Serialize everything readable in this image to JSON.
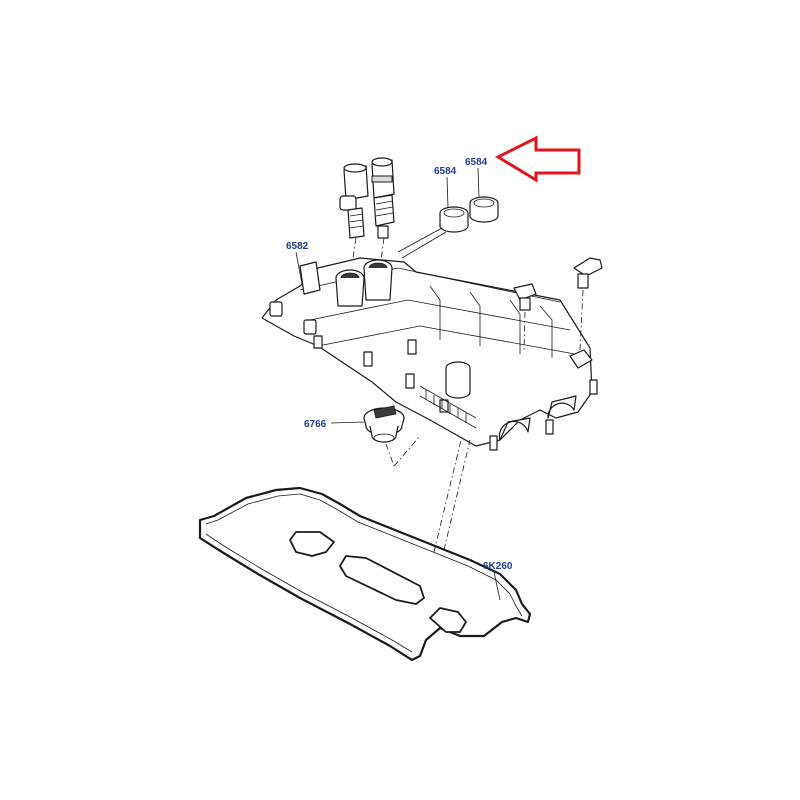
{
  "diagram": {
    "callouts": [
      {
        "id": "callout-6582",
        "text": "6582"
      },
      {
        "id": "callout-6584-left",
        "text": "6584"
      },
      {
        "id": "callout-6584-right",
        "text": "6584"
      },
      {
        "id": "callout-6766",
        "text": "6766"
      },
      {
        "id": "callout-6k260",
        "text": "6K260"
      }
    ],
    "colors": {
      "callout_text": "#1f3a93",
      "highlight_arrow": "#e3141b",
      "line_art": "#1a1a1a",
      "background": "#ffffff"
    }
  }
}
